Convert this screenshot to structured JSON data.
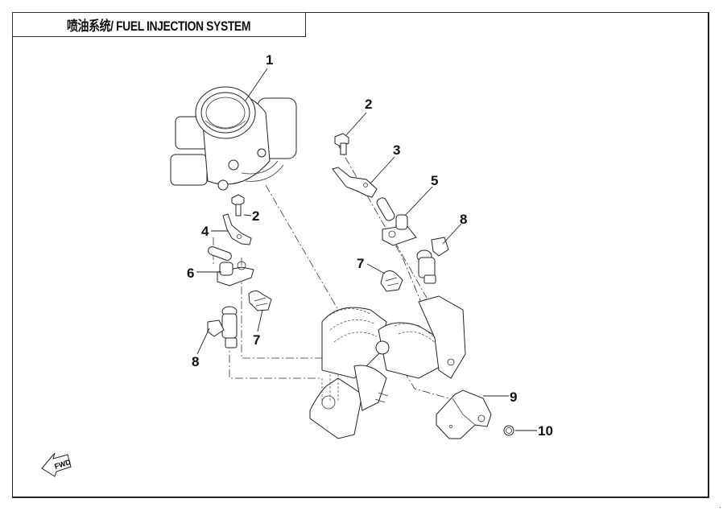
{
  "title": "喷油系统/ FUEL INJECTION SYSTEM",
  "fwd_label": "FWD",
  "callouts": [
    {
      "id": "1",
      "part": "throttle-body"
    },
    {
      "id": "2",
      "part": "bolt-upper"
    },
    {
      "id": "3",
      "part": "bracket-upper"
    },
    {
      "id": "5",
      "part": "fuel-rail-connector-upper"
    },
    {
      "id": "8",
      "part": "fuel-injector-upper"
    },
    {
      "id": "2",
      "part": "bolt-lower"
    },
    {
      "id": "4",
      "part": "bracket-lower"
    },
    {
      "id": "6",
      "part": "fuel-rail-connector-lower"
    },
    {
      "id": "7",
      "part": "clip-lower"
    },
    {
      "id": "7",
      "part": "clip-upper"
    },
    {
      "id": "8",
      "part": "fuel-injector-lower"
    },
    {
      "id": "9",
      "part": "sensor-bracket"
    },
    {
      "id": "10",
      "part": "nut"
    }
  ]
}
